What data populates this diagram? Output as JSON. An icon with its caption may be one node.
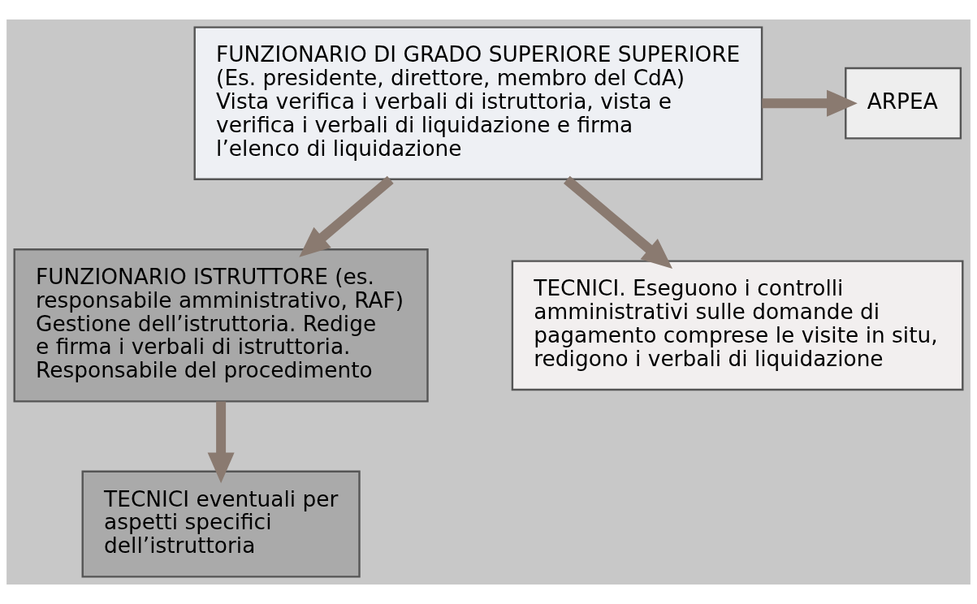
{
  "diagram": {
    "nodes": [
      {
        "text": [
          "FUNZIONARIO DI GRADO SUPERIORE SUPERIORE",
          "(Es. presidente, direttore, membro del CdA)",
          "Vista verifica i verbali di istruttoria, vista e verifica i verbali di liquidazione e firma l’elenco di liquidazione"
        ]
      },
      {
        "text": [
          "ARPEA"
        ]
      },
      {
        "text": [
          "FUNZIONARIO ISTRUTTORE (es. responsabile amministrativo, RAF)",
          "Gestione dell’istruttoria. Redige e firma i verbali di istruttoria. Responsabile del procedimento"
        ]
      },
      {
        "text": [
          "TECNICI. Eseguono i controlli amministrativi sulle domande di pagamento comprese le visite in situ, redigono i verbali di liquidazione"
        ]
      },
      {
        "text": [
          "TECNICI eventuali per aspetti specifici dell’istruttoria"
        ]
      }
    ],
    "edges": [
      {
        "from": 0,
        "to": 1,
        "arrow": "to"
      },
      {
        "from": 0,
        "to": 2,
        "arrow": "to"
      },
      {
        "from": 0,
        "to": 3,
        "arrow": "to"
      },
      {
        "from": 2,
        "to": 4,
        "arrow": "to"
      }
    ]
  }
}
